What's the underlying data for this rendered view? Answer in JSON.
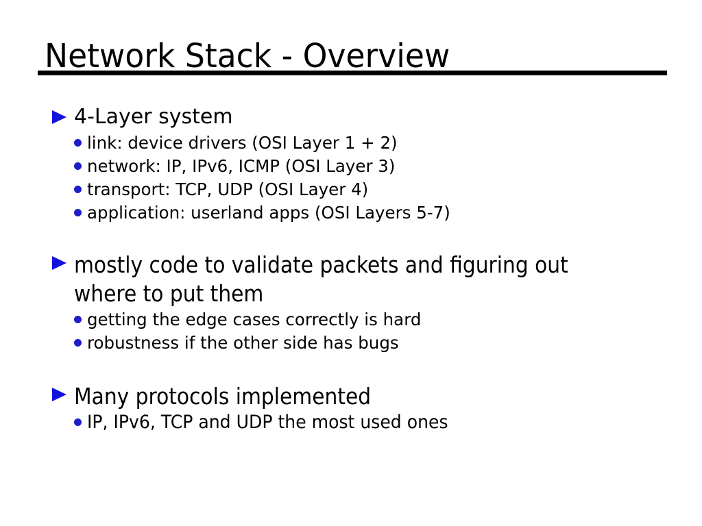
{
  "slide": {
    "title": "Network Stack - Overview"
  },
  "colors": {
    "background": "#ffffff",
    "text": "#000000",
    "underline": "#000000",
    "bullet_triangle": "#1212dc",
    "bullet_dot": "#1e1ec8"
  },
  "icons": {
    "level1_bullet": "triangle-right-icon",
    "level2_bullet": "dot-icon"
  },
  "content": {
    "groups": [
      {
        "heading": "4-Layer system",
        "items": [
          "link: device drivers (OSI Layer 1 + 2)",
          "network: IP, IPv6, ICMP (OSI Layer 3)",
          "transport: TCP, UDP (OSI Layer 4)",
          "application: userland apps (OSI Layers 5-7)"
        ]
      },
      {
        "heading_lines": [
          "mostly code to validate packets and figuring out",
          "where to put them"
        ],
        "items": [
          "getting the edge cases correctly is hard",
          "robustness if the other side has bugs"
        ]
      },
      {
        "heading": "Many protocols implemented",
        "items": [
          "IP, IPv6, TCP and UDP the most used ones"
        ]
      }
    ]
  }
}
